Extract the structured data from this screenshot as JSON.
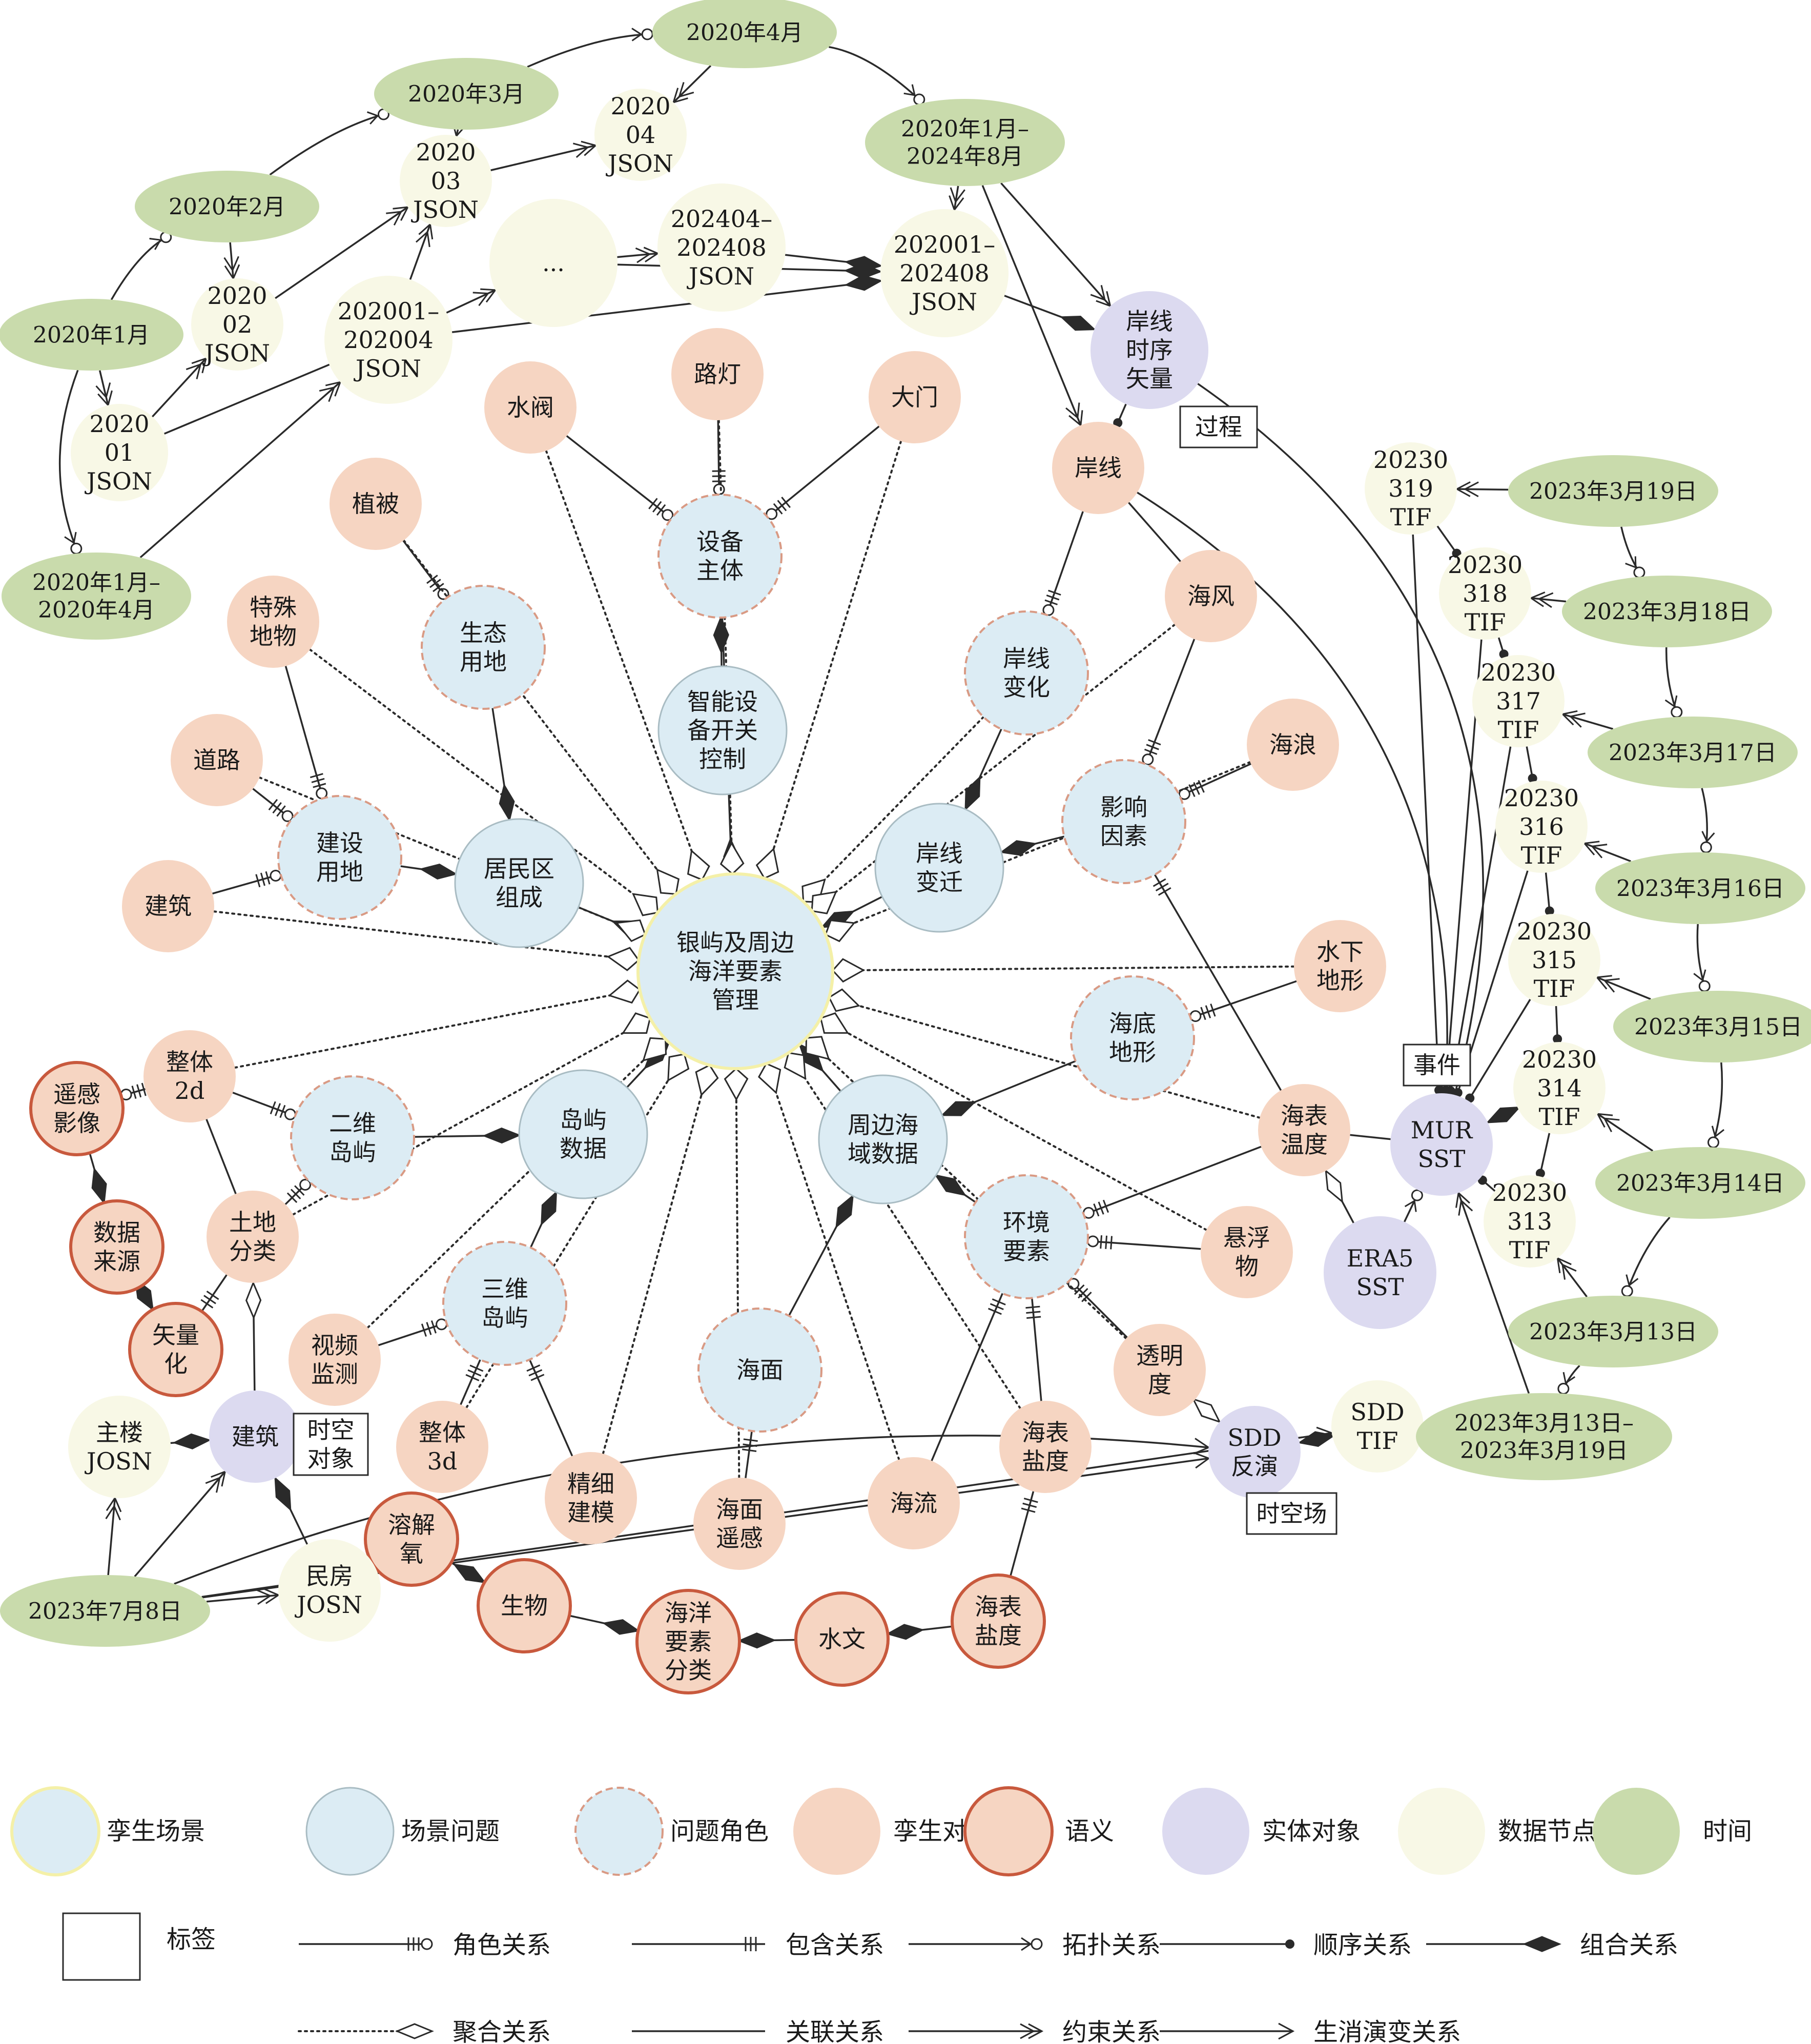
{
  "colors": {
    "scene": "#dcecf4",
    "scene_border": "#f4f0a8",
    "problem": "#dcecf4",
    "problem_border": "#a9bcc3",
    "role": "#dcecf4",
    "role_border": "#d99a84",
    "twin": "#f6d5c2",
    "semantic": "#f6d5c2",
    "semantic_border": "#c8593d",
    "entity": "#dcdaf0",
    "data": "#f8f8e6",
    "time": "#c9dbac",
    "line": "#2a2a2a"
  },
  "nodes": {
    "center": {
      "label": "银屿及周边\n海洋要素\n管理",
      "type": "scene"
    },
    "device": {
      "label": "设备\n主体",
      "type": "role"
    },
    "smart": {
      "label": "智能设\n备开关\n控制",
      "type": "problem"
    },
    "water_valve": {
      "label": "水阀",
      "type": "twin"
    },
    "street_lamp": {
      "label": "路灯",
      "type": "twin"
    },
    "gate": {
      "label": "大门",
      "type": "twin"
    },
    "vegetation": {
      "label": "植被",
      "type": "twin"
    },
    "eco_land": {
      "label": "生态\n用地",
      "type": "role"
    },
    "special": {
      "label": "特殊\n地物",
      "type": "twin"
    },
    "road": {
      "label": "道路",
      "type": "twin"
    },
    "constr_land": {
      "label": "建设\n用地",
      "type": "role"
    },
    "residential": {
      "label": "居民区\n组成",
      "type": "problem"
    },
    "building_twin": {
      "label": "建筑",
      "type": "twin"
    },
    "coast": {
      "label": "岸线",
      "type": "twin"
    },
    "coast_change": {
      "label": "岸线\n变化",
      "type": "role"
    },
    "coast_shift": {
      "label": "岸线\n变迁",
      "type": "problem"
    },
    "sea_wind": {
      "label": "海风",
      "type": "twin"
    },
    "sea_wave": {
      "label": "海浪",
      "type": "twin"
    },
    "factors": {
      "label": "影响\n因素",
      "type": "role"
    },
    "underwater": {
      "label": "水下\n地形",
      "type": "twin"
    },
    "seabed": {
      "label": "海底\n地形",
      "type": "role"
    },
    "sst": {
      "label": "海表\n温度",
      "type": "twin"
    },
    "whole2d": {
      "label": "整体\n2d",
      "type": "twin"
    },
    "rs_image": {
      "label": "遥感\n影像",
      "type": "semantic"
    },
    "data_source": {
      "label": "数据\n来源",
      "type": "semantic"
    },
    "vectorize": {
      "label": "矢量\n化",
      "type": "semantic"
    },
    "island2d": {
      "label": "二维\n岛屿",
      "type": "role"
    },
    "island_data": {
      "label": "岛屿\n数据",
      "type": "problem"
    },
    "land_class": {
      "label": "土地\n分类",
      "type": "twin"
    },
    "island3d": {
      "label": "三维\n岛屿",
      "type": "role"
    },
    "video": {
      "label": "视频\n监测",
      "type": "twin"
    },
    "whole3d": {
      "label": "整体\n3d",
      "type": "twin"
    },
    "fine_model": {
      "label": "精细\n建模",
      "type": "twin"
    },
    "sea_surface": {
      "label": "海面",
      "type": "role"
    },
    "sea_rs": {
      "label": "海面\n遥感",
      "type": "twin"
    },
    "around_sea": {
      "label": "周边海\n域数据",
      "type": "problem"
    },
    "env": {
      "label": "环境\n要素",
      "type": "role"
    },
    "float": {
      "label": "悬浮\n物",
      "type": "twin"
    },
    "transparency": {
      "label": "透明\n度",
      "type": "twin"
    },
    "current": {
      "label": "海流",
      "type": "twin"
    },
    "salinity_twin": {
      "label": "海表\n盐度",
      "type": "twin"
    },
    "salinity_sem": {
      "label": "海表\n盐度",
      "type": "semantic"
    },
    "hydrology": {
      "label": "水文",
      "type": "semantic"
    },
    "marine_class": {
      "label": "海洋\n要素\n分类",
      "type": "semantic"
    },
    "biology": {
      "label": "生物",
      "type": "semantic"
    },
    "oxygen": {
      "label": "溶解\n氧",
      "type": "semantic"
    },
    "building_entity": {
      "label": "建筑",
      "type": "entity"
    },
    "coast_vec": {
      "label": "岸线\n时序\n矢量",
      "type": "entity"
    },
    "mur_sst": {
      "label": "MUR\nSST",
      "type": "entity"
    },
    "era5": {
      "label": "ERA5\nSST",
      "type": "entity"
    },
    "sdd": {
      "label": "SDD\n反演",
      "type": "entity"
    },
    "main_building": {
      "label": "主楼\nJOSN",
      "type": "data"
    },
    "house": {
      "label": "民房\nJOSN",
      "type": "data"
    },
    "sdd_tif": {
      "label": "SDD\nTIF",
      "type": "data"
    },
    "j202001": {
      "label": "2020\n01\nJSON",
      "type": "data"
    },
    "j202002": {
      "label": "2020\n02\nJSON",
      "type": "data"
    },
    "j202003": {
      "label": "2020\n03\nJSON",
      "type": "data"
    },
    "j202004": {
      "label": "2020\n04\nJSON",
      "type": "data"
    },
    "j2001_2004": {
      "label": "202001–\n202004\nJSON",
      "type": "data"
    },
    "ellipsis": {
      "label": "...",
      "type": "data"
    },
    "j2404_2408": {
      "label": "202404–\n202408\nJSON",
      "type": "data"
    },
    "j2001_2408": {
      "label": "202001–\n202408\nJSON",
      "type": "data"
    },
    "t319": {
      "label": "20230\n319\nTIF",
      "type": "data"
    },
    "t318": {
      "label": "20230\n318\nTIF",
      "type": "data"
    },
    "t317": {
      "label": "20230\n317\nTIF",
      "type": "data"
    },
    "t316": {
      "label": "20230\n316\nTIF",
      "type": "data"
    },
    "t315": {
      "label": "20230\n315\nTIF",
      "type": "data"
    },
    "t314": {
      "label": "20230\n314\nTIF",
      "type": "data"
    },
    "t313": {
      "label": "20230\n313\nTIF",
      "type": "data"
    },
    "d2020_1": {
      "label": "2020年1月",
      "type": "time"
    },
    "d2020_2": {
      "label": "2020年2月",
      "type": "time"
    },
    "d2020_3": {
      "label": "2020年3月",
      "type": "time"
    },
    "d2020_4": {
      "label": "2020年4月",
      "type": "time"
    },
    "d2020_1_4": {
      "label": "2020年1月–\n2020年4月",
      "type": "time"
    },
    "d2020_2024": {
      "label": "2020年1月–\n2024年8月",
      "type": "time"
    },
    "d0319": {
      "label": "2023年3月19日",
      "type": "time"
    },
    "d0318": {
      "label": "2023年3月18日",
      "type": "time"
    },
    "d0317": {
      "label": "2023年3月17日",
      "type": "time"
    },
    "d0316": {
      "label": "2023年3月16日",
      "type": "time"
    },
    "d0315": {
      "label": "2023年3月15日",
      "type": "time"
    },
    "d0314": {
      "label": "2023年3月14日",
      "type": "time"
    },
    "d0313": {
      "label": "2023年3月13日",
      "type": "time"
    },
    "d0313_19": {
      "label": "2023年3月13日–\n2023年3月19日",
      "type": "time"
    },
    "d0708": {
      "label": "2023年7月8日",
      "type": "time"
    }
  },
  "tags": {
    "process": "过程",
    "event": "事件",
    "spacetime_obj": "时空\n对象",
    "spacetime_field": "时空场"
  },
  "edges": [
    [
      "device",
      "center",
      "combination"
    ],
    [
      "smart",
      "device",
      "combination"
    ],
    [
      "water_valve",
      "device",
      "role"
    ],
    [
      "street_lamp",
      "device",
      "role"
    ],
    [
      "gate",
      "device",
      "role"
    ],
    [
      "vegetation",
      "eco_land",
      "role"
    ],
    [
      "eco_land",
      "residential",
      "combination"
    ],
    [
      "special",
      "constr_land",
      "role"
    ],
    [
      "road",
      "constr_land",
      "role"
    ],
    [
      "building_twin",
      "constr_land",
      "role"
    ],
    [
      "constr_land",
      "residential",
      "combination"
    ],
    [
      "residential",
      "center",
      "combination"
    ],
    [
      "coast",
      "coast_change",
      "role"
    ],
    [
      "coast_change",
      "coast_shift",
      "combination"
    ],
    [
      "coast_shift",
      "center",
      "combination"
    ],
    [
      "sea_wind",
      "factors",
      "role"
    ],
    [
      "sea_wave",
      "factors",
      "role"
    ],
    [
      "factors",
      "coast_shift",
      "combination"
    ],
    [
      "coast",
      "sea_wind",
      "association"
    ],
    [
      "underwater",
      "seabed",
      "role"
    ],
    [
      "sst",
      "factors",
      "include"
    ],
    [
      "seabed",
      "around_sea",
      "combination"
    ],
    [
      "whole2d",
      "island2d",
      "role"
    ],
    [
      "whole2d",
      "rs_image",
      "role"
    ],
    [
      "rs_image",
      "data_source",
      "combination"
    ],
    [
      "data_source",
      "vectorize",
      "combination"
    ],
    [
      "land_class",
      "vectorize",
      "include"
    ],
    [
      "whole2d",
      "land_class",
      "association"
    ],
    [
      "land_class",
      "island2d",
      "role"
    ],
    [
      "island2d",
      "island_data",
      "combination"
    ],
    [
      "island_data",
      "center",
      "combination"
    ],
    [
      "video",
      "island3d",
      "role"
    ],
    [
      "whole3d",
      "island3d",
      "include"
    ],
    [
      "fine_model",
      "island3d",
      "include"
    ],
    [
      "island3d",
      "island_data",
      "combination"
    ],
    [
      "sea_surface",
      "around_sea",
      "combination"
    ],
    [
      "sea_rs",
      "sea_surface",
      "include"
    ],
    [
      "around_sea",
      "center",
      "combination"
    ],
    [
      "env",
      "around_sea",
      "combination"
    ],
    [
      "float",
      "env",
      "role"
    ],
    [
      "transparency",
      "env",
      "role"
    ],
    [
      "current",
      "env",
      "include"
    ],
    [
      "salinity_twin",
      "env",
      "include"
    ],
    [
      "sst",
      "env",
      "role"
    ],
    [
      "salinity_sem",
      "salinity_twin",
      "include"
    ],
    [
      "salinity_sem",
      "hydrology",
      "combination"
    ],
    [
      "hydrology",
      "marine_class",
      "combination"
    ],
    [
      "biology",
      "marine_class",
      "combination"
    ],
    [
      "oxygen",
      "biology",
      "combination"
    ],
    [
      "building_entity",
      "land_class",
      "aggregation"
    ],
    [
      "main_building",
      "building_entity",
      "combination"
    ],
    [
      "house",
      "building_entity",
      "combination"
    ],
    [
      "transparency",
      "sdd",
      "aggregation"
    ],
    [
      "sdd_tif",
      "sdd",
      "combination"
    ],
    [
      "sst",
      "mur_sst",
      "association"
    ],
    [
      "era5",
      "sst",
      "aggregation"
    ],
    [
      "coast_vec",
      "coast",
      "sequence"
    ],
    [
      "j2001_2408",
      "coast_vec",
      "combination"
    ],
    [
      "j2001_2004",
      "j2001_2408",
      "combination"
    ],
    [
      "ellipsis",
      "j2001_2408",
      "combination"
    ],
    [
      "j2404_2408",
      "j2001_2408",
      "combination"
    ],
    [
      "j202001",
      "j202002",
      "constraint"
    ],
    [
      "j202002",
      "j202003",
      "constraint"
    ],
    [
      "j202003",
      "j202004",
      "constraint"
    ],
    [
      "t319",
      "mur_sst",
      "sequence"
    ],
    [
      "t318",
      "mur_sst",
      "sequence"
    ],
    [
      "t317",
      "mur_sst",
      "sequence"
    ],
    [
      "t316",
      "mur_sst",
      "sequence"
    ],
    [
      "t315",
      "mur_sst",
      "sequence"
    ],
    [
      "t314",
      "mur_sst",
      "combination"
    ],
    [
      "t313",
      "mur_sst",
      "sequence"
    ],
    [
      "d0708",
      "main_building",
      "constraint"
    ],
    [
      "d0708",
      "house",
      "constraint"
    ],
    [
      "d0708",
      "building_entity",
      "constraint"
    ],
    [
      "d0708",
      "sdd",
      "evolution"
    ],
    [
      "d0708",
      "sdd_tif",
      "evolution"
    ],
    [
      "d0313_19",
      "mur_sst",
      "constraint"
    ]
  ],
  "legend": {
    "nodes": [
      {
        "type": "scene",
        "label": "孪生场景"
      },
      {
        "type": "problem",
        "label": "场景问题"
      },
      {
        "type": "role",
        "label": "问题角色"
      },
      {
        "type": "twin",
        "label": "孪生对象"
      },
      {
        "type": "semantic",
        "label": "语义"
      },
      {
        "type": "entity",
        "label": "实体对象"
      },
      {
        "type": "data",
        "label": "数据节点"
      },
      {
        "type": "time",
        "label": "时间"
      }
    ],
    "tag": "标签",
    "relations": [
      {
        "type": "role",
        "label": "角色关系"
      },
      {
        "type": "include",
        "label": "包含关系"
      },
      {
        "type": "topology",
        "label": "拓扑关系"
      },
      {
        "type": "sequence",
        "label": "顺序关系"
      },
      {
        "type": "combination",
        "label": "组合关系"
      },
      {
        "type": "aggregation",
        "label": "聚合关系"
      },
      {
        "type": "association",
        "label": "关联关系"
      },
      {
        "type": "constraint",
        "label": "约束关系"
      },
      {
        "type": "evolution",
        "label": "生消演变关系"
      }
    ]
  }
}
